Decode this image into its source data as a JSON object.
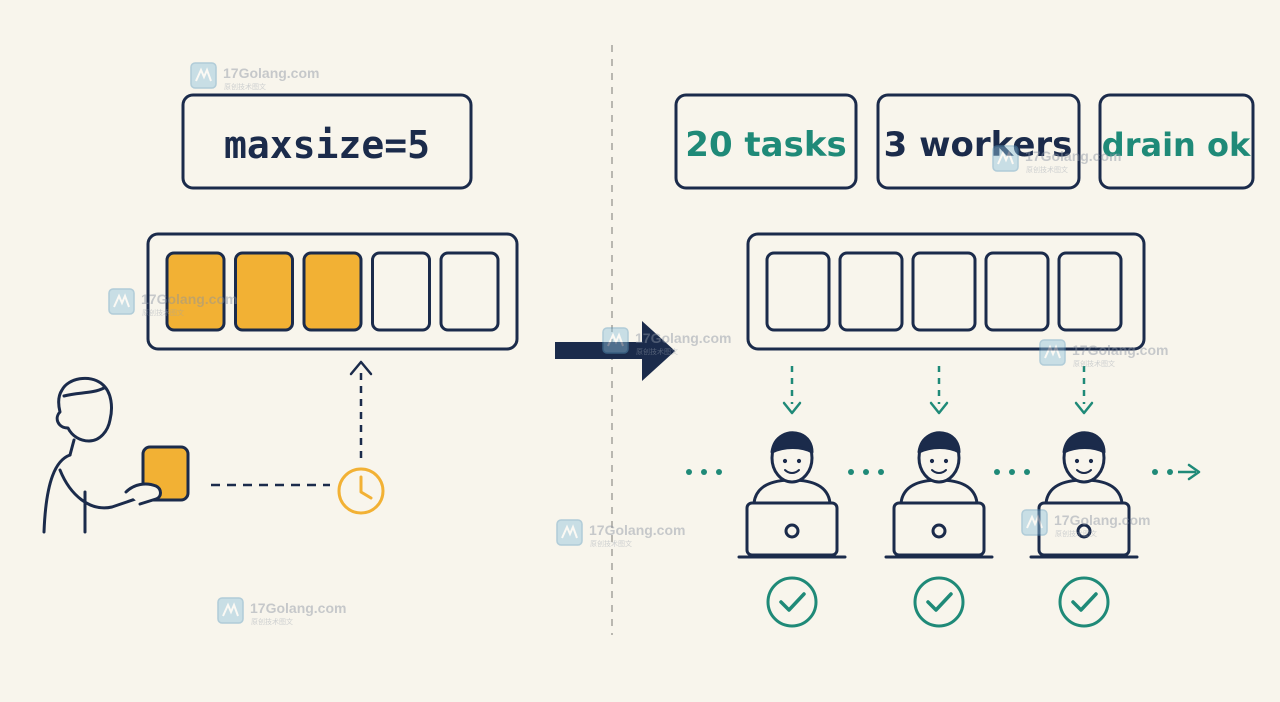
{
  "left_panel": {
    "maxsize_label": "maxsize=5",
    "queue_slots": [
      {
        "filled": true
      },
      {
        "filled": true
      },
      {
        "filled": true
      },
      {
        "filled": false
      },
      {
        "filled": false
      }
    ]
  },
  "right_panel": {
    "tasks_label": "20 tasks",
    "workers_label": "3 workers",
    "drain_label": "drain ok",
    "queue_slots": [
      {
        "filled": false
      },
      {
        "filled": false
      },
      {
        "filled": false
      },
      {
        "filled": false
      },
      {
        "filled": false
      }
    ],
    "workers": [
      {
        "status": "done"
      },
      {
        "status": "done"
      },
      {
        "status": "done"
      }
    ]
  },
  "watermark": {
    "text": "17Golang.com",
    "subtext": "原创技术图文"
  },
  "colors": {
    "background": "#f8f5ec",
    "navy": "#1b2b4b",
    "teal": "#1f8a78",
    "yellow": "#f2b134",
    "divider": "#b9b7b0"
  },
  "icons": {
    "producer": "person-holding-task-icon",
    "timer": "clock-icon",
    "arrow": "right-arrow-icon",
    "worker": "person-at-laptop-icon",
    "done": "checkmark-circle-icon"
  }
}
